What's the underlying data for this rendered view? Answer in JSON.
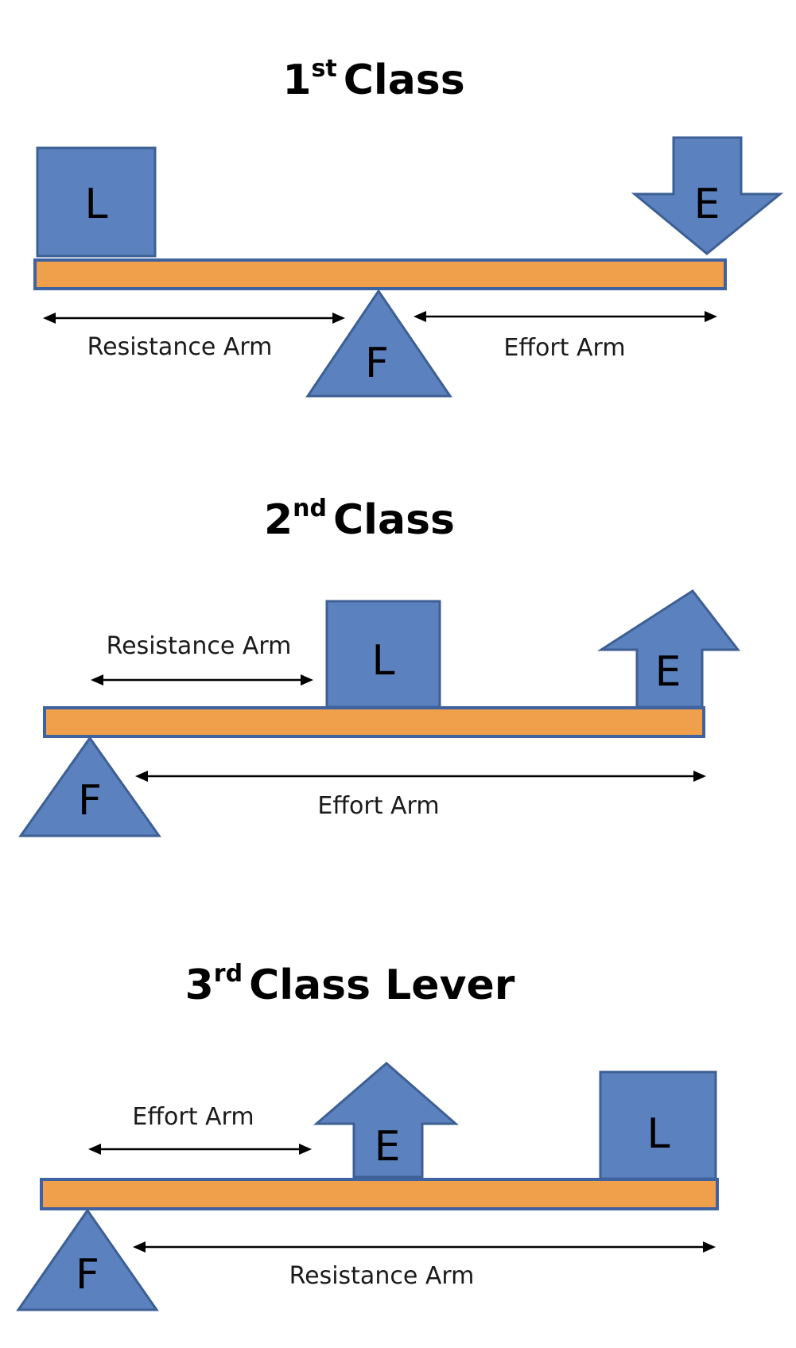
{
  "colors": {
    "shape_fill": "#5b82bf",
    "shape_stroke": "#3d5f93",
    "beam_fill": "#f0a04b",
    "beam_stroke": "#3f63a0"
  },
  "levers": [
    {
      "title": {
        "number": "1",
        "sup": "st",
        "text": "Class"
      },
      "load_letter": "L",
      "effort_letter": "E",
      "fulcrum_letter": "F",
      "arm_a": "Resistance Arm",
      "arm_b": "Effort Arm"
    },
    {
      "title": {
        "number": "2",
        "sup": "nd",
        "text": "Class"
      },
      "load_letter": "L",
      "effort_letter": "E",
      "fulcrum_letter": "F",
      "arm_a": "Resistance Arm",
      "arm_b": "Effort Arm"
    },
    {
      "title": {
        "number": "3",
        "sup": "rd",
        "text": "Class Lever"
      },
      "load_letter": "L",
      "effort_letter": "E",
      "fulcrum_letter": "F",
      "arm_a": "Effort Arm",
      "arm_b": "Resistance Arm"
    }
  ]
}
